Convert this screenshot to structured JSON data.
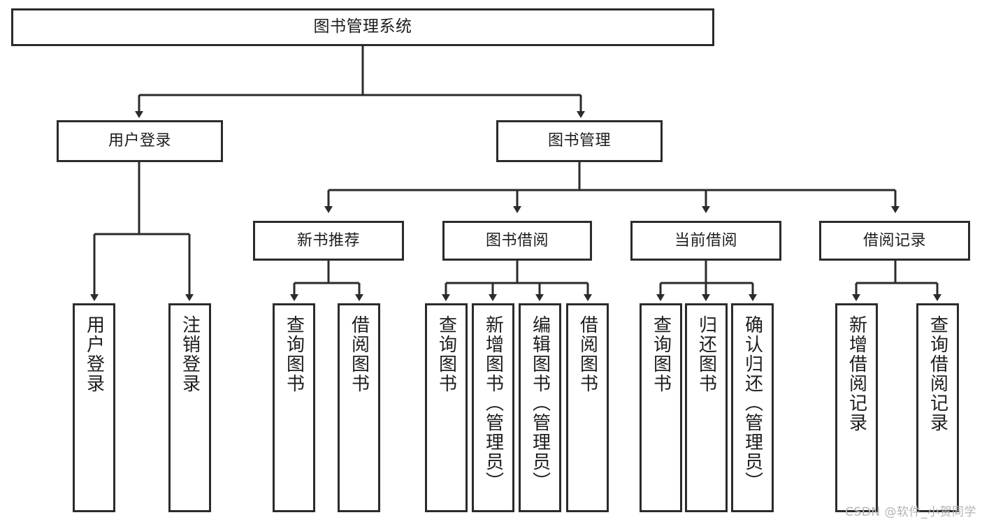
{
  "diagram": {
    "title": "图书管理系统",
    "type": "tree-hierarchy",
    "line_color": "#2b2b2b",
    "box_fill": "#ffffff",
    "text_color": "#1d1d1d"
  },
  "root": {
    "label": "图书管理系统"
  },
  "level1": [
    {
      "label": "用户登录"
    },
    {
      "label": "图书管理"
    }
  ],
  "level2": [
    {
      "label": "新书推荐"
    },
    {
      "label": "图书借阅"
    },
    {
      "label": "当前借阅"
    },
    {
      "label": "借阅记录"
    }
  ],
  "leaves": {
    "user_login": [
      {
        "label": "用户登录"
      },
      {
        "label": "注销登录"
      }
    ],
    "new_book_recommend": [
      {
        "label": "查询图书"
      },
      {
        "label": "借阅图书"
      }
    ],
    "book_borrow": [
      {
        "label": "查询图书"
      },
      {
        "label": "新增图书（管理员）"
      },
      {
        "label": "编辑图书（管理员）"
      },
      {
        "label": "借阅图书"
      }
    ],
    "current_borrow": [
      {
        "label": "查询图书"
      },
      {
        "label": "归还图书"
      },
      {
        "label": "确认归还（管理员）"
      }
    ],
    "borrow_record": [
      {
        "label": "新增借阅记录"
      },
      {
        "label": "查询借阅记录"
      }
    ]
  },
  "watermark": {
    "text": "CSDN @软件_小贺同学"
  }
}
